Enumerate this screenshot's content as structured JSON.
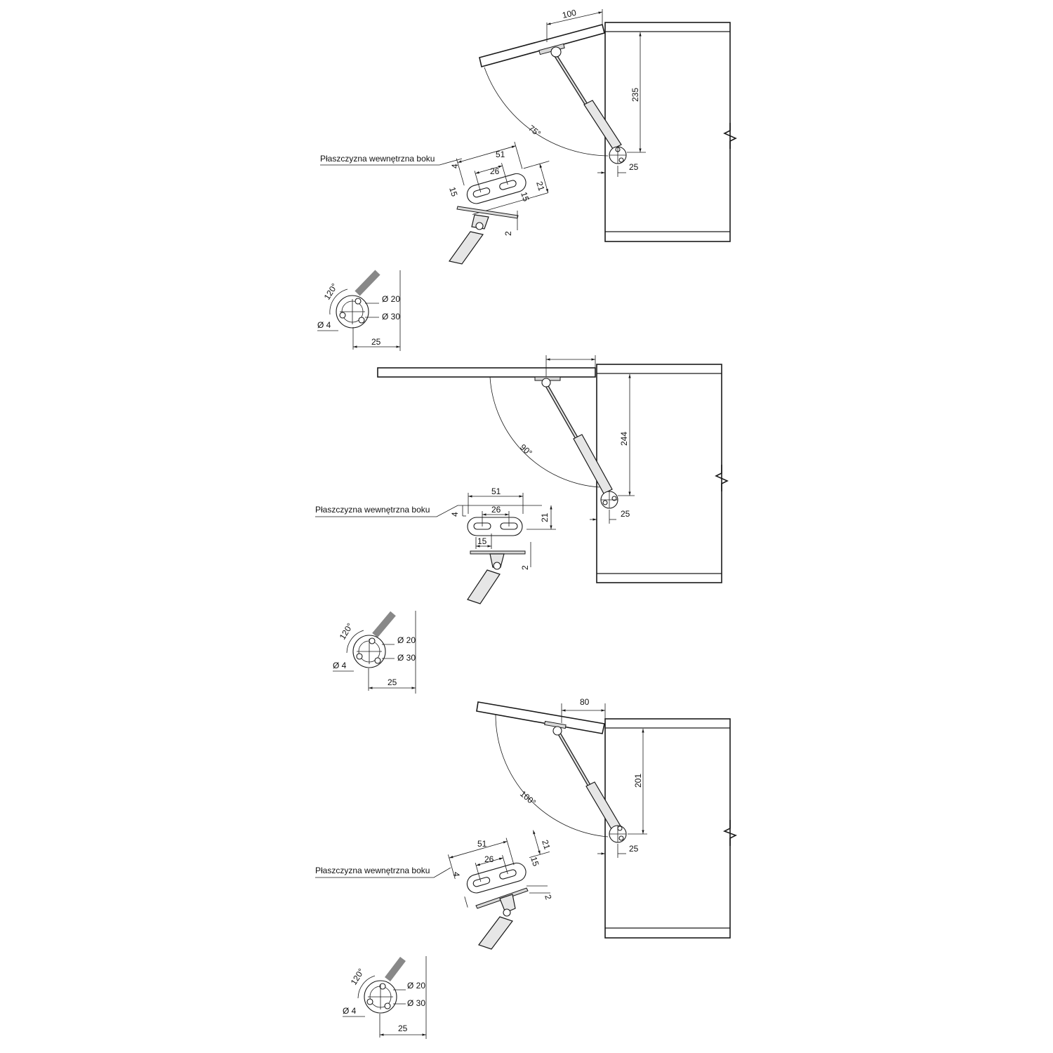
{
  "variants": [
    {
      "angle_label": "75°",
      "flap_depth": "100",
      "pivot_height": "235",
      "offset": "25",
      "side_label": "Płaszczyzna wewnętrzna boku",
      "bracket": {
        "length": "51",
        "slot_pitch": "26",
        "margin": "4",
        "slot_offset_a": "15",
        "slot_offset_b": "15",
        "height": "21",
        "thickness": "2"
      },
      "base": {
        "angle": "120°",
        "d_small": "Ø 20",
        "d_large": "Ø 30",
        "d_hole": "Ø 4",
        "offset": "25"
      }
    },
    {
      "angle_label": "90°",
      "flap_depth": "",
      "pivot_height": "244",
      "offset": "25",
      "side_label": "Płaszczyzna wewnętrzna boku",
      "bracket": {
        "length": "51",
        "slot_pitch": "26",
        "margin": "4",
        "slot_offset_a": "15",
        "height": "21",
        "thickness": "2"
      },
      "base": {
        "angle": "120°",
        "d_small": "Ø 20",
        "d_large": "Ø 30",
        "d_hole": "Ø 4",
        "offset": "25"
      }
    },
    {
      "angle_label": "100°",
      "flap_depth": "80",
      "pivot_height": "201",
      "offset": "25",
      "side_label": "Płaszczyzna wewnętrzna boku",
      "bracket": {
        "length": "51",
        "slot_pitch": "26",
        "margin": "4",
        "slot_offset_b": "15",
        "height": "21",
        "thickness": "2"
      },
      "base": {
        "angle": "120°",
        "d_small": "Ø 20",
        "d_large": "Ø 30",
        "d_hole": "Ø 4",
        "offset": "25"
      }
    }
  ]
}
